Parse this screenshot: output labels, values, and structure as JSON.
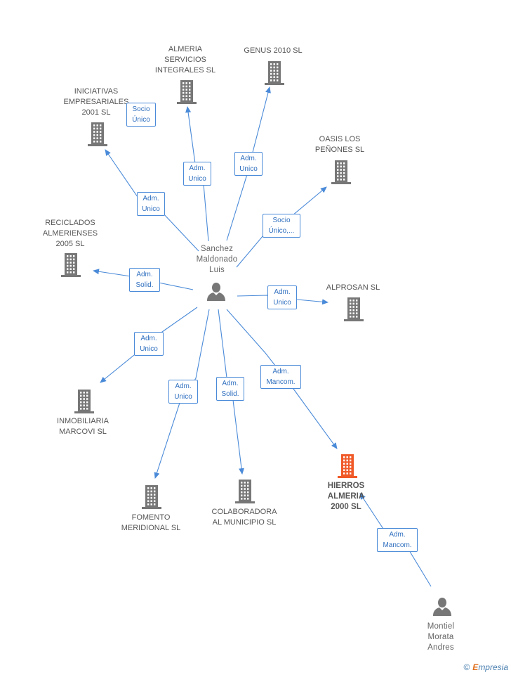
{
  "colors": {
    "edge": "#4a8ad8",
    "building": "#777777",
    "highlight": "#f05a28",
    "box_text": "#2f6fbf",
    "label": "#555555"
  },
  "center": {
    "name": "Sanchez\nMaldonado\nLuis",
    "icon": "person-icon"
  },
  "companies": [
    {
      "id": "almeria-servicios",
      "name": "ALMERIA\nSERVICIOS\nINTEGRALES  SL"
    },
    {
      "id": "genus",
      "name": "GENUS 2010 SL"
    },
    {
      "id": "iniciativas",
      "name": "INICIATIVAS\nEMPRESARIALES\n2001 SL"
    },
    {
      "id": "oasis",
      "name": "OASIS LOS\nPEÑONES  SL"
    },
    {
      "id": "reciclados",
      "name": "RECICLADOS\nALMERIENSES\n2005 SL"
    },
    {
      "id": "alprosan",
      "name": "ALPROSAN SL"
    },
    {
      "id": "inmobiliaria",
      "name": "INMOBILIARIA\nMARCOVI SL"
    },
    {
      "id": "fomento",
      "name": "FOMENTO\nMERIDIONAL SL"
    },
    {
      "id": "colaboradora",
      "name": "COLABORADORA\nAL MUNICIPIO SL"
    },
    {
      "id": "hierros",
      "name": "HIERROS\nALMERIA\n2000 SL",
      "highlighted": true
    }
  ],
  "people": [
    {
      "id": "montiel",
      "name": "Montiel\nMorata\nAndres"
    }
  ],
  "relations": [
    {
      "from": "center",
      "to": "iniciativas",
      "label": "Adm.\nUnico"
    },
    {
      "from": "center",
      "to": "iniciativas",
      "label": "Socio\nÚnico"
    },
    {
      "from": "center",
      "to": "almeria-servicios",
      "label": "Adm.\nUnico"
    },
    {
      "from": "center",
      "to": "genus",
      "label": "Adm.\nUnico"
    },
    {
      "from": "center",
      "to": "oasis",
      "label": "Socio\nÚnico,..."
    },
    {
      "from": "center",
      "to": "reciclados",
      "label": "Adm.\nSolid."
    },
    {
      "from": "center",
      "to": "alprosan",
      "label": "Adm.\nUnico"
    },
    {
      "from": "center",
      "to": "inmobiliaria",
      "label": "Adm.\nUnico"
    },
    {
      "from": "center",
      "to": "fomento",
      "label": "Adm.\nUnico"
    },
    {
      "from": "center",
      "to": "colaboradora",
      "label": "Adm.\nSolid."
    },
    {
      "from": "center",
      "to": "hierros",
      "label": "Adm.\nMancom."
    },
    {
      "from": "montiel",
      "to": "hierros",
      "label": "Adm.\nMancom."
    }
  ],
  "footer": {
    "copyright": "©",
    "brand_initial": "E",
    "brand_rest": "mpresia"
  }
}
